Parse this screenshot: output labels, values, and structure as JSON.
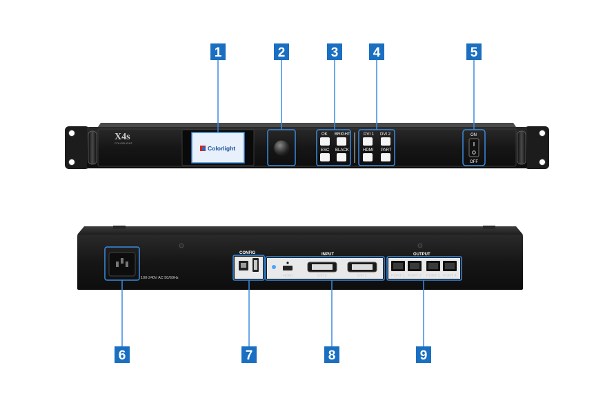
{
  "device": {
    "model": "X4s",
    "brand_plate": "COLORLIGHT",
    "screen_brand": "Colorlight"
  },
  "front_buttons": {
    "ok": "OK",
    "bright": "BRIGHT",
    "esc": "ESC",
    "black": "BLACK",
    "dvi1": "DVI 1",
    "dvi2": "DVI 2",
    "hdmi": "HDMI",
    "part": "PART"
  },
  "power_switch": {
    "on": "ON",
    "off": "OFF"
  },
  "rear": {
    "power_rating": "100-240V AC 50/60Hz",
    "config_title": "CONFIG",
    "input_title": "INPUT",
    "output_title": "OUTPUT",
    "input_ports": [
      "HDMI",
      "DVI 2",
      "DVI 1"
    ],
    "output_ports": [
      "PORT 1",
      "PORT 2",
      "PORT 3",
      "PORT 4"
    ]
  },
  "callouts": [
    "1",
    "2",
    "3",
    "4",
    "5",
    "6",
    "7",
    "8",
    "9"
  ],
  "colors": {
    "callout": "#1a6fc1",
    "highlight": "#3a8be0",
    "chassis": "#1b1b1b",
    "screen": "#e8f0fb"
  }
}
